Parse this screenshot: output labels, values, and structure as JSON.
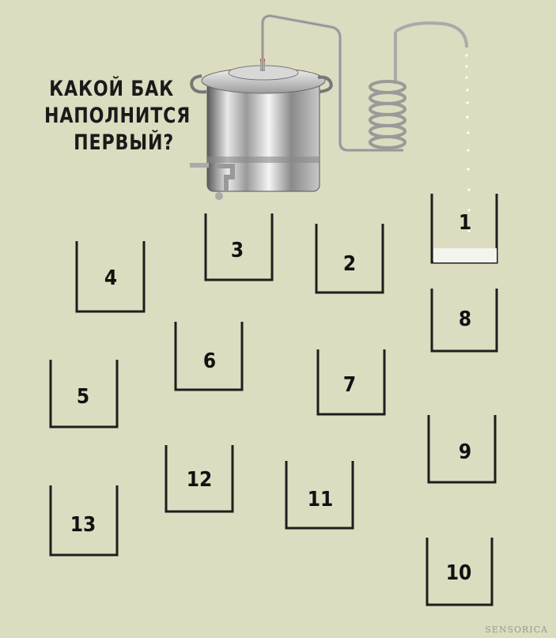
{
  "title_lines": [
    "КАКОЙ БАК",
    "НАПОЛНИТСЯ",
    "ПЕРВЫЙ?"
  ],
  "watermark": "SENSORICA",
  "tanks": [
    "1",
    "2",
    "3",
    "4",
    "5",
    "6",
    "7",
    "8",
    "9",
    "10",
    "11",
    "12",
    "13"
  ],
  "colors": {
    "background": "#dcdcc0",
    "line": "#1e1e1e",
    "liquid": "#f4f4ee"
  },
  "icons": {
    "still": "distiller-pot-icon",
    "coil": "condenser-coil-icon"
  }
}
